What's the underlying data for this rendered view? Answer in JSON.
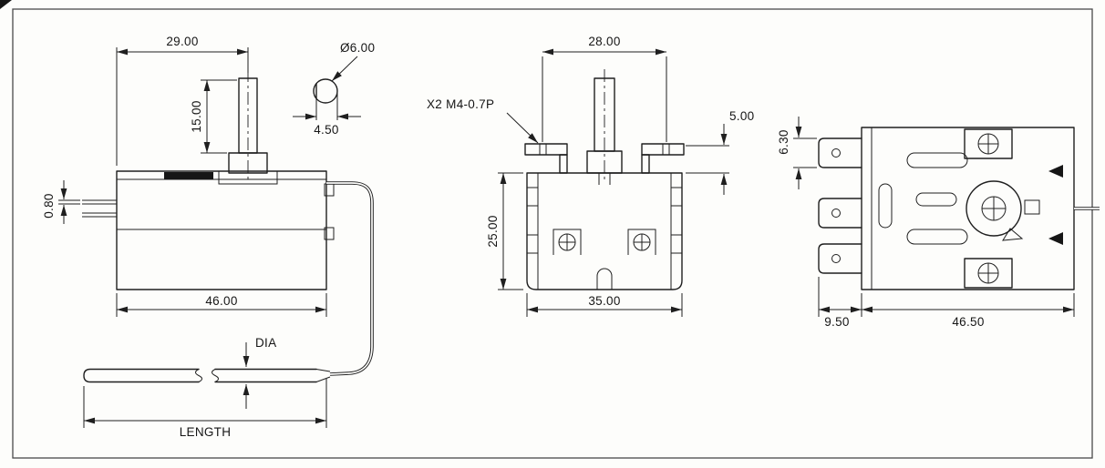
{
  "drawing": {
    "kind": "thermostat-3-view-dimension-drawing",
    "colors": {
      "line": "#1f1f1f",
      "background": "#fdfdfb"
    },
    "labels": {
      "side": {
        "w29": "29.00",
        "h15": "15.00",
        "dia6": "Ø6.00",
        "flat45": "4.50",
        "t080": "0.80",
        "w46": "46.00",
        "dia": "DIA",
        "length": "LENGTH"
      },
      "front": {
        "w28": "28.00",
        "screw_callout": "X2 M4-0.7P",
        "h5": "5.00",
        "h25": "25.00",
        "w35": "35.00"
      },
      "rear": {
        "h63": "6.30",
        "w95": "9.50",
        "w465": "46.50"
      }
    }
  }
}
